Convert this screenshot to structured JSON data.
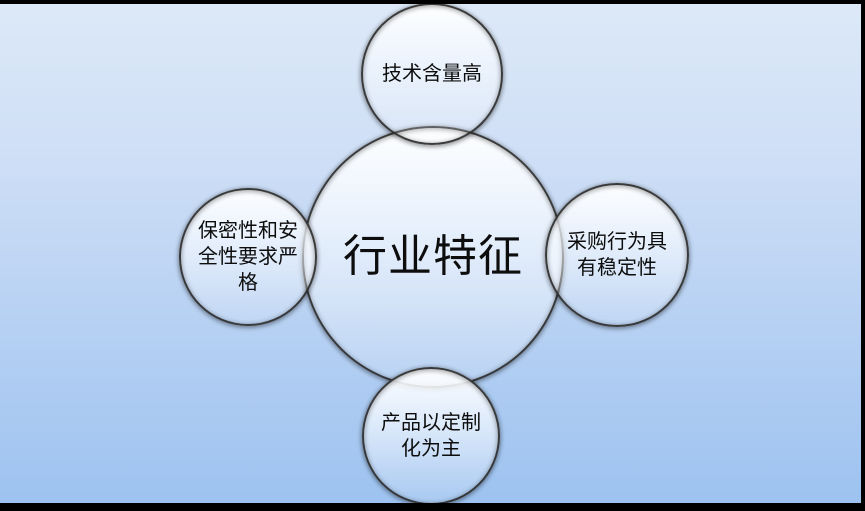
{
  "diagram": {
    "type": "radial-bubble",
    "center": {
      "label": "行业特征"
    },
    "nodes": [
      {
        "position": "top",
        "label": "技术含量高"
      },
      {
        "position": "left",
        "label": "保密性和安全性要求严格"
      },
      {
        "position": "right",
        "label": "采购行为具有稳定性"
      },
      {
        "position": "bottom",
        "label": "产品以定制化为主"
      }
    ],
    "colors": {
      "background_top": "#dde9f8",
      "background_bottom": "#9cc2f0",
      "bubble_fill_top": "#ffffff",
      "bubble_fill_bottom": "#cfe0f5",
      "bubble_stroke": "#2a2a2a",
      "text": "#0d0d0d",
      "frame_bars": "#000000"
    }
  }
}
